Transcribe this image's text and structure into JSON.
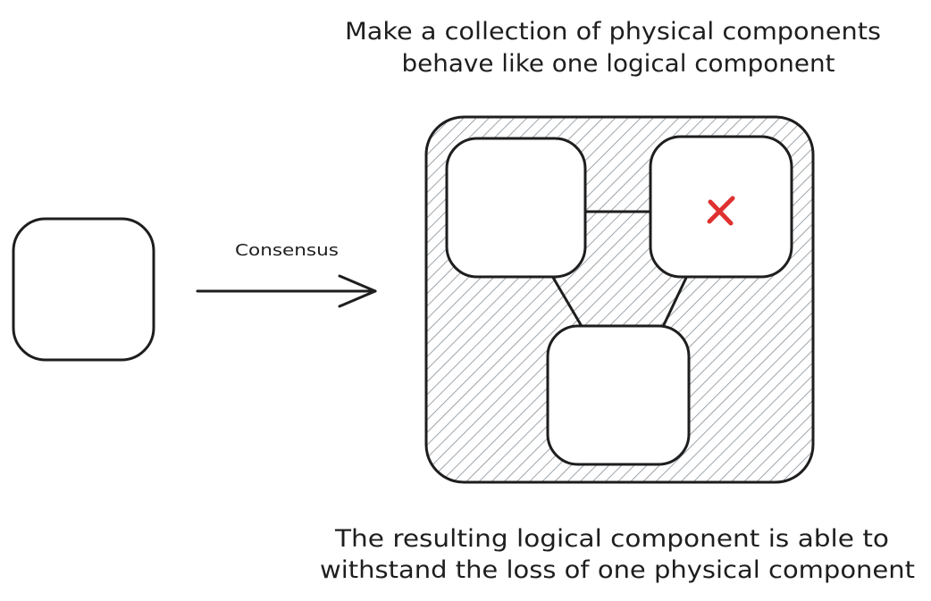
{
  "title": {
    "line1": "Make a collection of physical components",
    "line2": "behave like one logical component"
  },
  "arrow_label": "Consensus",
  "caption": {
    "line1": "The resulting logical component is able to",
    "line2": "withstand the loss of one physical component"
  },
  "colors": {
    "stroke": "#1e1e1e",
    "hatch": "#868e96",
    "failure_mark": "#e03131"
  },
  "failed_node_mark": "x-mark"
}
